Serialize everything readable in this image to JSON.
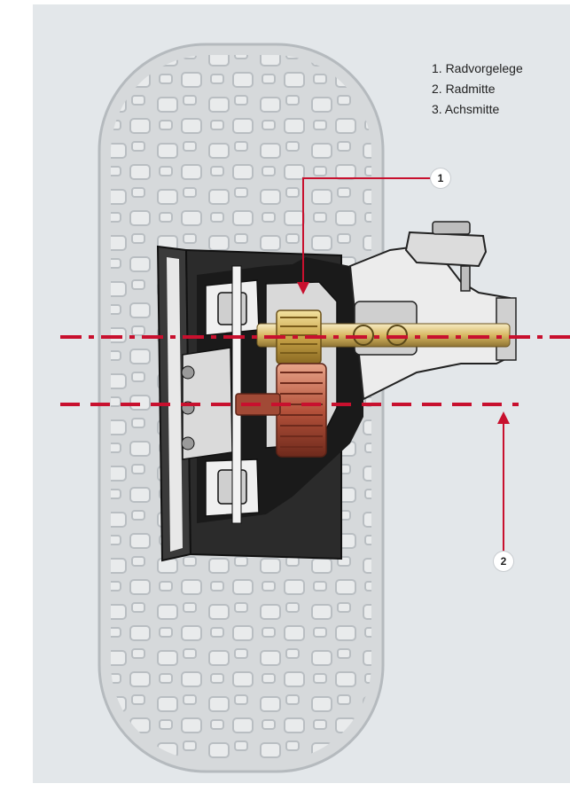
{
  "legend": {
    "items": [
      {
        "number": "1",
        "label": "1. Radvorgelege"
      },
      {
        "number": "2",
        "label": "2. Radmitte"
      },
      {
        "number": "3",
        "label": "3. Achsmitte"
      }
    ]
  },
  "callouts": [
    {
      "number": "1"
    },
    {
      "number": "2"
    }
  ],
  "colors": {
    "background": "#e3e7ea",
    "tire": "#d9dcde",
    "tread_outline": "#bfc4c7",
    "marker_red": "#c8102e",
    "gear_gold": "#c9a448",
    "gear_copper": "#b5523b",
    "housing_dark": "#1c1c1c",
    "housing_light": "#eeeeee"
  }
}
